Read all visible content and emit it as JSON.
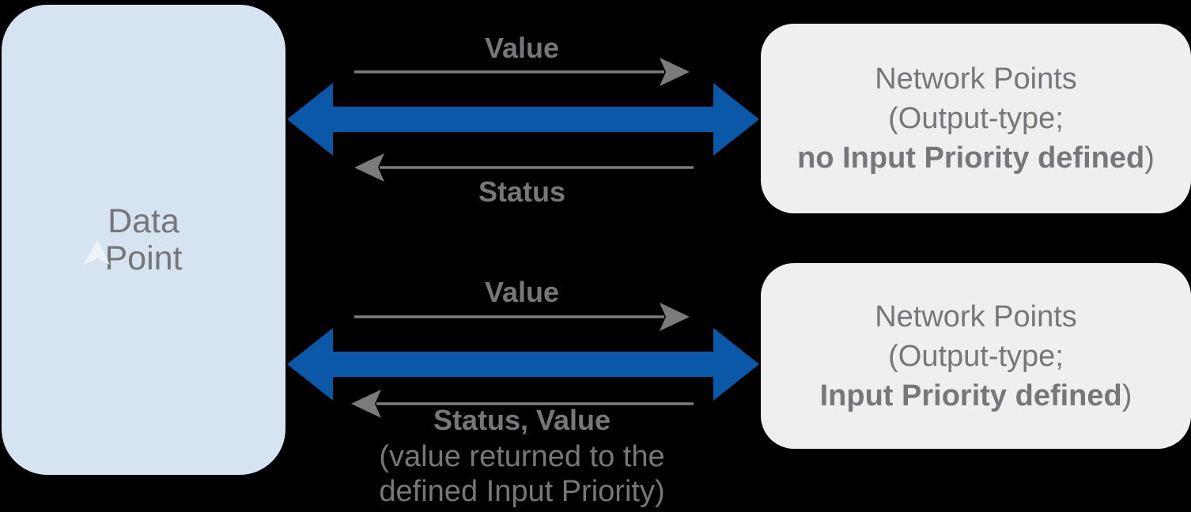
{
  "colors": {
    "background": "#000000",
    "data_point_fill": "#d6e4f1",
    "network_fill": "#efefef",
    "arrow_blue": "#0b58a8",
    "arrow_gray": "#7b7b7b",
    "text_gray": "#76777a",
    "cursor_glyph": "#f0f4f8"
  },
  "data_point_box": {
    "line1": "Data",
    "line2": "Point"
  },
  "network_box_top": {
    "line1": "Network Points",
    "line2": "(Output-type;",
    "line3_bold": "no Input Priority defined",
    "line3_suffix": ")"
  },
  "network_box_bottom": {
    "line1": "Network Points",
    "line2": "(Output-type;",
    "line3_bold": "Input Priority defined",
    "line3_suffix": ")"
  },
  "top_flow": {
    "forward_label": "Value",
    "return_label": "Status"
  },
  "bottom_flow": {
    "forward_label": "Value",
    "return_label": "Status, Value",
    "return_note_line1": "(value returned to the",
    "return_note_line2": "defined Input Priority)"
  }
}
